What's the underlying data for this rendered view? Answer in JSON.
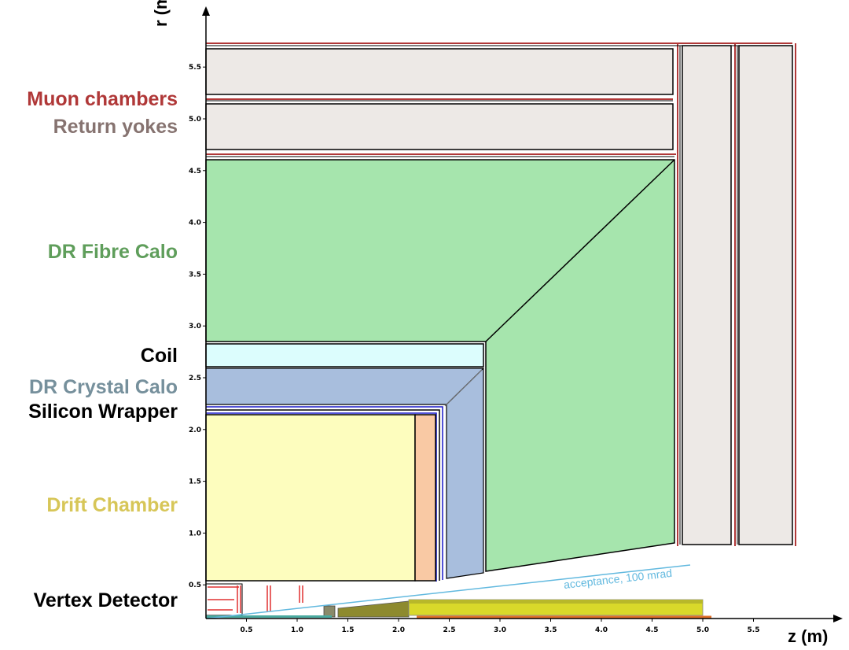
{
  "labels": {
    "muon": "Muon chambers",
    "yoke": "Return yokes",
    "dr_fibre": "DR Fibre Calo",
    "coil": "Coil",
    "dr_crystal": "DR Crystal Calo",
    "silicon": "Silicon Wrapper",
    "drift": "Drift Chamber",
    "vertex": "Vertex Detector"
  },
  "axes": {
    "r_title": "r (m)",
    "z_title": "z (m)",
    "r_ticks": [
      "0.5",
      "1.0",
      "1.5",
      "2.0",
      "2.5",
      "3.0",
      "3.5",
      "4.0",
      "4.5",
      "5.0",
      "5.5"
    ],
    "z_ticks": [
      "0.5",
      "1.0",
      "1.5",
      "2.0",
      "2.5",
      "3.0",
      "3.5",
      "4.0",
      "4.5",
      "5.0",
      "5.5"
    ]
  },
  "acceptance": "acceptance, 100 mrad",
  "colors": {
    "muon": "#b03838",
    "yoke": "#867370",
    "dr_fibre": "#5f9e5b",
    "coil": "#000000",
    "dr_crystal": "#76909c",
    "silicon": "#000000",
    "drift": "#d7c658",
    "vertex": "#000000",
    "acceptance": "#62b9df"
  }
}
